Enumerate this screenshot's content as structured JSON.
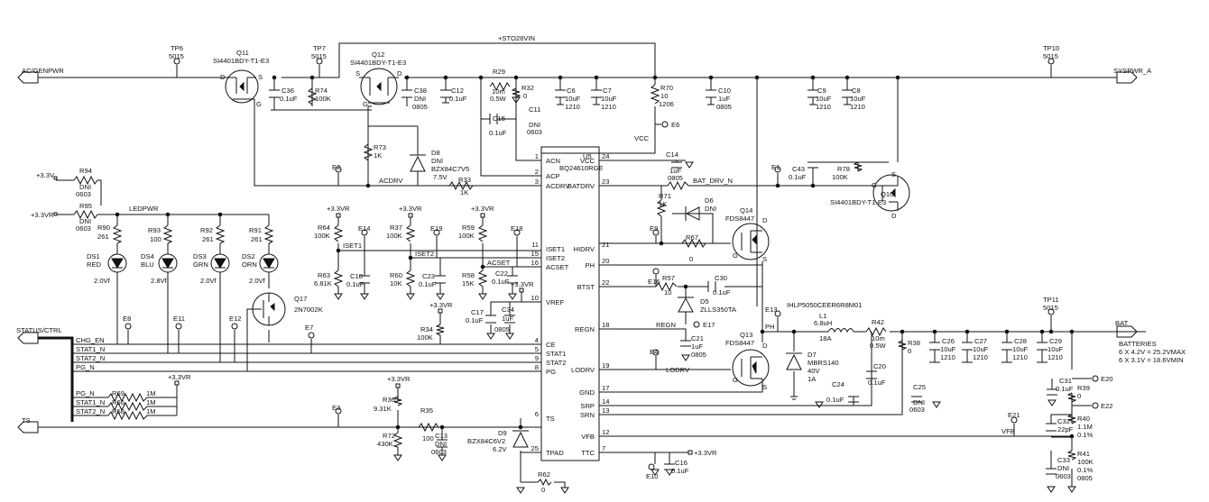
{
  "nets": {
    "ac_genpwr": "AC/GENPWR",
    "sto28vin": "+STO28VIN",
    "syspwr_a": "SYSPWR_A",
    "status_ctrl": "STATUS/CTRL",
    "ts": "TS",
    "bat": "BAT",
    "p33v": "+3.3V",
    "p33vr": "+3.3VR",
    "ledpwr": "LEDPWR",
    "vcc": "VCC",
    "acdrv": "ACDRV",
    "batdrv_n": "BAT_DRV_N",
    "iset1": "ISET1",
    "iset2": "ISET2",
    "acset": "ACSET",
    "regn": "REGN",
    "lodrv": "LODRV",
    "vfb": "VFB",
    "chg_en": "CHG_EN",
    "stat1_n": "STAT1_N",
    "stat2_n": "STAT2_N",
    "pg_n": "PG_N",
    "ph": "PH"
  },
  "ic": {
    "ref": "U5",
    "part": "BQ24610RGE",
    "pins_left": [
      {
        "num": "1",
        "name": "ACN"
      },
      {
        "num": "2",
        "name": "ACP"
      },
      {
        "num": "3",
        "name": "ACDRV"
      },
      {
        "num": "11",
        "name": "ISET1"
      },
      {
        "num": "15",
        "name": "ISET2"
      },
      {
        "num": "16",
        "name": "ACSET"
      },
      {
        "num": "10",
        "name": "VREF"
      },
      {
        "num": "4",
        "name": "CE"
      },
      {
        "num": "5",
        "name": "STAT1"
      },
      {
        "num": "9",
        "name": "STAT2"
      },
      {
        "num": "8",
        "name": "PG"
      },
      {
        "num": "6",
        "name": "TS"
      },
      {
        "num": "25",
        "name": "TPAD"
      }
    ],
    "pins_right": [
      {
        "num": "24",
        "name": "VCC"
      },
      {
        "num": "23",
        "name": "BATDRV"
      },
      {
        "num": "21",
        "name": "HIDRV"
      },
      {
        "num": "20",
        "name": "PH"
      },
      {
        "num": "22",
        "name": "BTST"
      },
      {
        "num": "18",
        "name": "REGN"
      },
      {
        "num": "19",
        "name": "LODRV"
      },
      {
        "num": "17",
        "name": "GND"
      },
      {
        "num": "14",
        "name": "SRP"
      },
      {
        "num": "13",
        "name": "SRN"
      },
      {
        "num": "12",
        "name": "VFB"
      },
      {
        "num": "7",
        "name": "TTC"
      }
    ]
  },
  "test_points": {
    "tp6": {
      "ref": "TP6",
      "val": "5015"
    },
    "tp7": {
      "ref": "TP7",
      "val": "5015"
    },
    "tp10": {
      "ref": "TP10",
      "val": "5015"
    },
    "tp11": {
      "ref": "TP11",
      "val": "5015"
    }
  },
  "test_pads": {
    "e1": "E1",
    "e2": "E2",
    "e3": "E3",
    "e4": "E4",
    "e6": "E6",
    "e7": "E7",
    "e8": "E8",
    "e9": "E9",
    "e10": "E10",
    "e11": "E11",
    "e12": "E12",
    "e13": "E13",
    "e14": "E14",
    "e16": "E16",
    "e17": "E17",
    "e18": "E18",
    "e19": "E19",
    "e20": "E20",
    "e21": "E21",
    "e22": "E22"
  },
  "transistors": {
    "q11": {
      "ref": "Q11",
      "val": "SI4401BDY-T1-E3"
    },
    "q12": {
      "ref": "Q12",
      "val": "SI4401BDY-T1-E3"
    },
    "q10": {
      "ref": "Q10",
      "val": "SI4401BDY-T1-E3"
    },
    "q14": {
      "ref": "Q14",
      "val": "FDS8447"
    },
    "q13": {
      "ref": "Q13",
      "val": "FDS8447"
    },
    "q17": {
      "ref": "Q17",
      "val": "2N7002K"
    },
    "pin_s": "S",
    "pin_d": "D",
    "pin_g": "G"
  },
  "resistors": {
    "r94": {
      "ref": "R94",
      "v1": "DNI",
      "v2": "0603"
    },
    "r95": {
      "ref": "R95",
      "v1": "DNI",
      "v2": "0603"
    },
    "r74": {
      "ref": "R74",
      "v1": "100K"
    },
    "r29": {
      "ref": "R29",
      "v1": "10m",
      "v2": "0.5W"
    },
    "r32": {
      "ref": "R32",
      "v1": "0"
    },
    "r70": {
      "ref": "R70",
      "v1": "10",
      "v2": "1206"
    },
    "r73": {
      "ref": "R73",
      "v1": "1K"
    },
    "r33": {
      "ref": "R33",
      "v1": "1K"
    },
    "r78": {
      "ref": "R78",
      "v1": "100K"
    },
    "r71": {
      "ref": "R71",
      "v1": "1K"
    },
    "r57": {
      "ref": "R57",
      "v1": "10"
    },
    "r67": {
      "ref": "R67",
      "v1": "0"
    },
    "r90": {
      "ref": "R90",
      "v1": "261"
    },
    "r93": {
      "ref": "R93",
      "v1": "100"
    },
    "r92": {
      "ref": "R92",
      "v1": "261"
    },
    "r91": {
      "ref": "R91",
      "v1": "261"
    },
    "r64": {
      "ref": "R64",
      "v1": "100K"
    },
    "r63": {
      "ref": "R63",
      "v1": "6.81K"
    },
    "r37": {
      "ref": "R37",
      "v1": "100K"
    },
    "r60": {
      "ref": "R60",
      "v1": "10K"
    },
    "r59": {
      "ref": "R59",
      "v1": "100K"
    },
    "r58": {
      "ref": "R58",
      "v1": "15K"
    },
    "r34": {
      "ref": "R34",
      "v1": "100K"
    },
    "r36": {
      "ref": "R36",
      "v1": "9.31K"
    },
    "r35": {
      "ref": "R35",
      "v1": "100"
    },
    "r72": {
      "ref": "R72",
      "v1": "430K"
    },
    "r62": {
      "ref": "R62",
      "v1": "0"
    },
    "r42": {
      "ref": "R42",
      "v1": "10m",
      "v2": "0.5W"
    },
    "r38": {
      "ref": "R38",
      "v1": "0"
    },
    "r39": {
      "ref": "R39",
      "v1": "0"
    },
    "r40": {
      "ref": "R40",
      "v1": "1.1M",
      "v2": "0.1%"
    },
    "r41": {
      "ref": "R41",
      "v1": "100K",
      "v2": "0.1%",
      "v3": "0805"
    },
    "r69": {
      "ref": "R69",
      "v1": "1M"
    },
    "r66": {
      "ref": "R66",
      "v1": "1M"
    },
    "r68": {
      "ref": "R68",
      "v1": "1M"
    }
  },
  "capacitors": {
    "c36": {
      "ref": "C36",
      "v1": "0.1uF"
    },
    "c38": {
      "ref": "C38",
      "v1": "DNI",
      "v2": "0805"
    },
    "c12": {
      "ref": "C12",
      "v1": "0.1uF"
    },
    "c6": {
      "ref": "C6",
      "v1": "10uF",
      "v2": "1210"
    },
    "c7": {
      "ref": "C7",
      "v1": "10uF",
      "v2": "1210"
    },
    "c11": {
      "ref": "C11",
      "v1": "DNI",
      "v2": "0603"
    },
    "c15": {
      "ref": "C15",
      "v1": "0.1uF"
    },
    "c10": {
      "ref": "C10",
      "v1": "1uF",
      "v2": "0805"
    },
    "c9": {
      "ref": "C9",
      "v1": "10uF",
      "v2": "1210"
    },
    "c8": {
      "ref": "C8",
      "v1": "10uF",
      "v2": "1210"
    },
    "c14": {
      "ref": "C14",
      "v1": "1uF",
      "v2": "0805"
    },
    "c43": {
      "ref": "C43",
      "v1": "0.1uF"
    },
    "c30": {
      "ref": "C30",
      "v1": "0.1uF"
    },
    "c21": {
      "ref": "C21",
      "v1": "1uF",
      "v2": "0805"
    },
    "c18": {
      "ref": "C18",
      "v1": "0.1uF"
    },
    "c23": {
      "ref": "C23",
      "v1": "0.1uF"
    },
    "c22": {
      "ref": "C22",
      "v1": "0.1uF"
    },
    "c17": {
      "ref": "C17",
      "v1": "0.1uF"
    },
    "c34": {
      "ref": "C34",
      "v1": "1uF",
      "v2": "0805"
    },
    "c13": {
      "ref": "C13",
      "v1": "DNI",
      "v2": "0603"
    },
    "c16": {
      "ref": "C16",
      "v1": "0.1uF"
    },
    "c24": {
      "ref": "C24",
      "v1": "0.1uF"
    },
    "c20": {
      "ref": "C20",
      "v1": "0.1uF"
    },
    "c25": {
      "ref": "C25",
      "v1": "DNI",
      "v2": "0603"
    },
    "c26": {
      "ref": "C26",
      "v1": "10uF",
      "v2": "1210"
    },
    "c27": {
      "ref": "C27",
      "v1": "10uF",
      "v2": "1210"
    },
    "c28": {
      "ref": "C28",
      "v1": "10uF",
      "v2": "1210"
    },
    "c29": {
      "ref": "C29",
      "v1": "10uF",
      "v2": "1210"
    },
    "c31": {
      "ref": "C31",
      "v1": "0.1uF"
    },
    "c32": {
      "ref": "C32",
      "v1": "22pF"
    },
    "c33": {
      "ref": "C33",
      "v1": "DNI",
      "v2": "0603"
    }
  },
  "diodes": {
    "d8": {
      "ref": "D8",
      "v1": "DNI",
      "v2": "BZX84C7V5",
      "v3": "7.5V"
    },
    "d6": {
      "ref": "D6",
      "v1": "DNI"
    },
    "d5": {
      "ref": "D5",
      "v1": "ZLLS350TA"
    },
    "d7": {
      "ref": "D7",
      "v1": "MBRS140",
      "v2": "40V",
      "v3": "1A"
    },
    "d9": {
      "ref": "D9",
      "v1": "BZX84C6V2",
      "v2": "6.2V"
    }
  },
  "leds": [
    {
      "ref": "DS1",
      "color": "RED",
      "vf": "2.0Vf"
    },
    {
      "ref": "DS4",
      "color": "BLU",
      "vf": "2.8Vf"
    },
    {
      "ref": "DS3",
      "color": "GRN",
      "vf": "2.0Vf"
    },
    {
      "ref": "DS2",
      "color": "ORN",
      "vf": "2.0Vf"
    }
  ],
  "inductor": {
    "ref": "L1",
    "part": "IHLP5050CEER6R8M01",
    "v1": "6.8uH",
    "v2": "18A"
  },
  "batteries": {
    "title": "BATTERIES",
    "line1": "6 X 4.2V = 25.2VMAX",
    "line2": "6 X 3.1V = 18.6VMIN"
  }
}
